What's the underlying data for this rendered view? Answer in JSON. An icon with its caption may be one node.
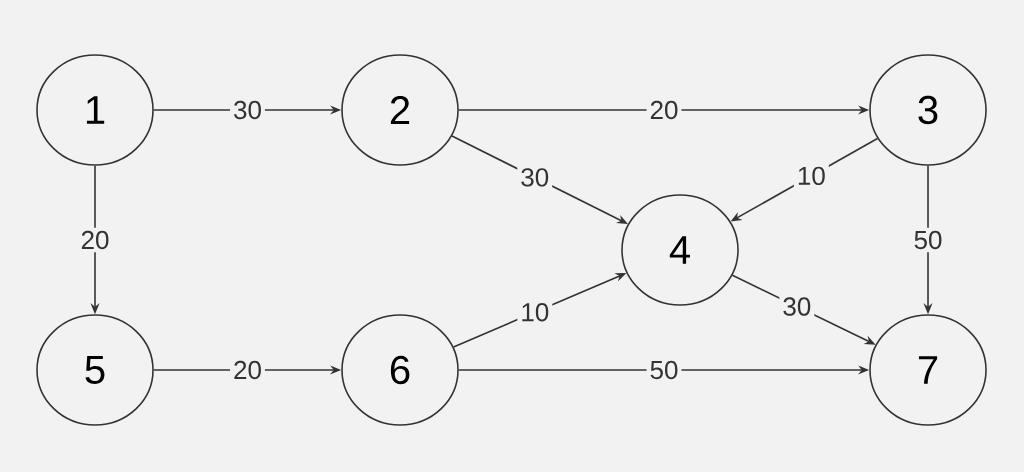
{
  "diagram": {
    "nodes": [
      {
        "text": [
          "1"
        ]
      },
      {
        "text": [
          "2"
        ]
      },
      {
        "text": [
          "3"
        ]
      },
      {
        "text": [
          "4"
        ]
      },
      {
        "text": [
          "5"
        ]
      },
      {
        "text": [
          "6"
        ]
      },
      {
        "text": [
          "7"
        ]
      }
    ],
    "edges": [
      {
        "from": 0,
        "to": 1,
        "arrow": "to",
        "label": "30"
      },
      {
        "from": 1,
        "to": 2,
        "arrow": "to",
        "label": "20"
      },
      {
        "from": 1,
        "to": 3,
        "arrow": "to",
        "label": "30"
      },
      {
        "from": 2,
        "to": 3,
        "arrow": "to",
        "label": "10"
      },
      {
        "from": 2,
        "to": 6,
        "arrow": "to",
        "label": "50"
      },
      {
        "from": 0,
        "to": 4,
        "arrow": "to",
        "label": "20"
      },
      {
        "from": 4,
        "to": 5,
        "arrow": "to",
        "label": "20"
      },
      {
        "from": 5,
        "to": 3,
        "arrow": "to",
        "label": "10"
      },
      {
        "from": 3,
        "to": 6,
        "arrow": "to",
        "label": "30"
      },
      {
        "from": 5,
        "to": 6,
        "arrow": "to",
        "label": "50"
      }
    ]
  }
}
